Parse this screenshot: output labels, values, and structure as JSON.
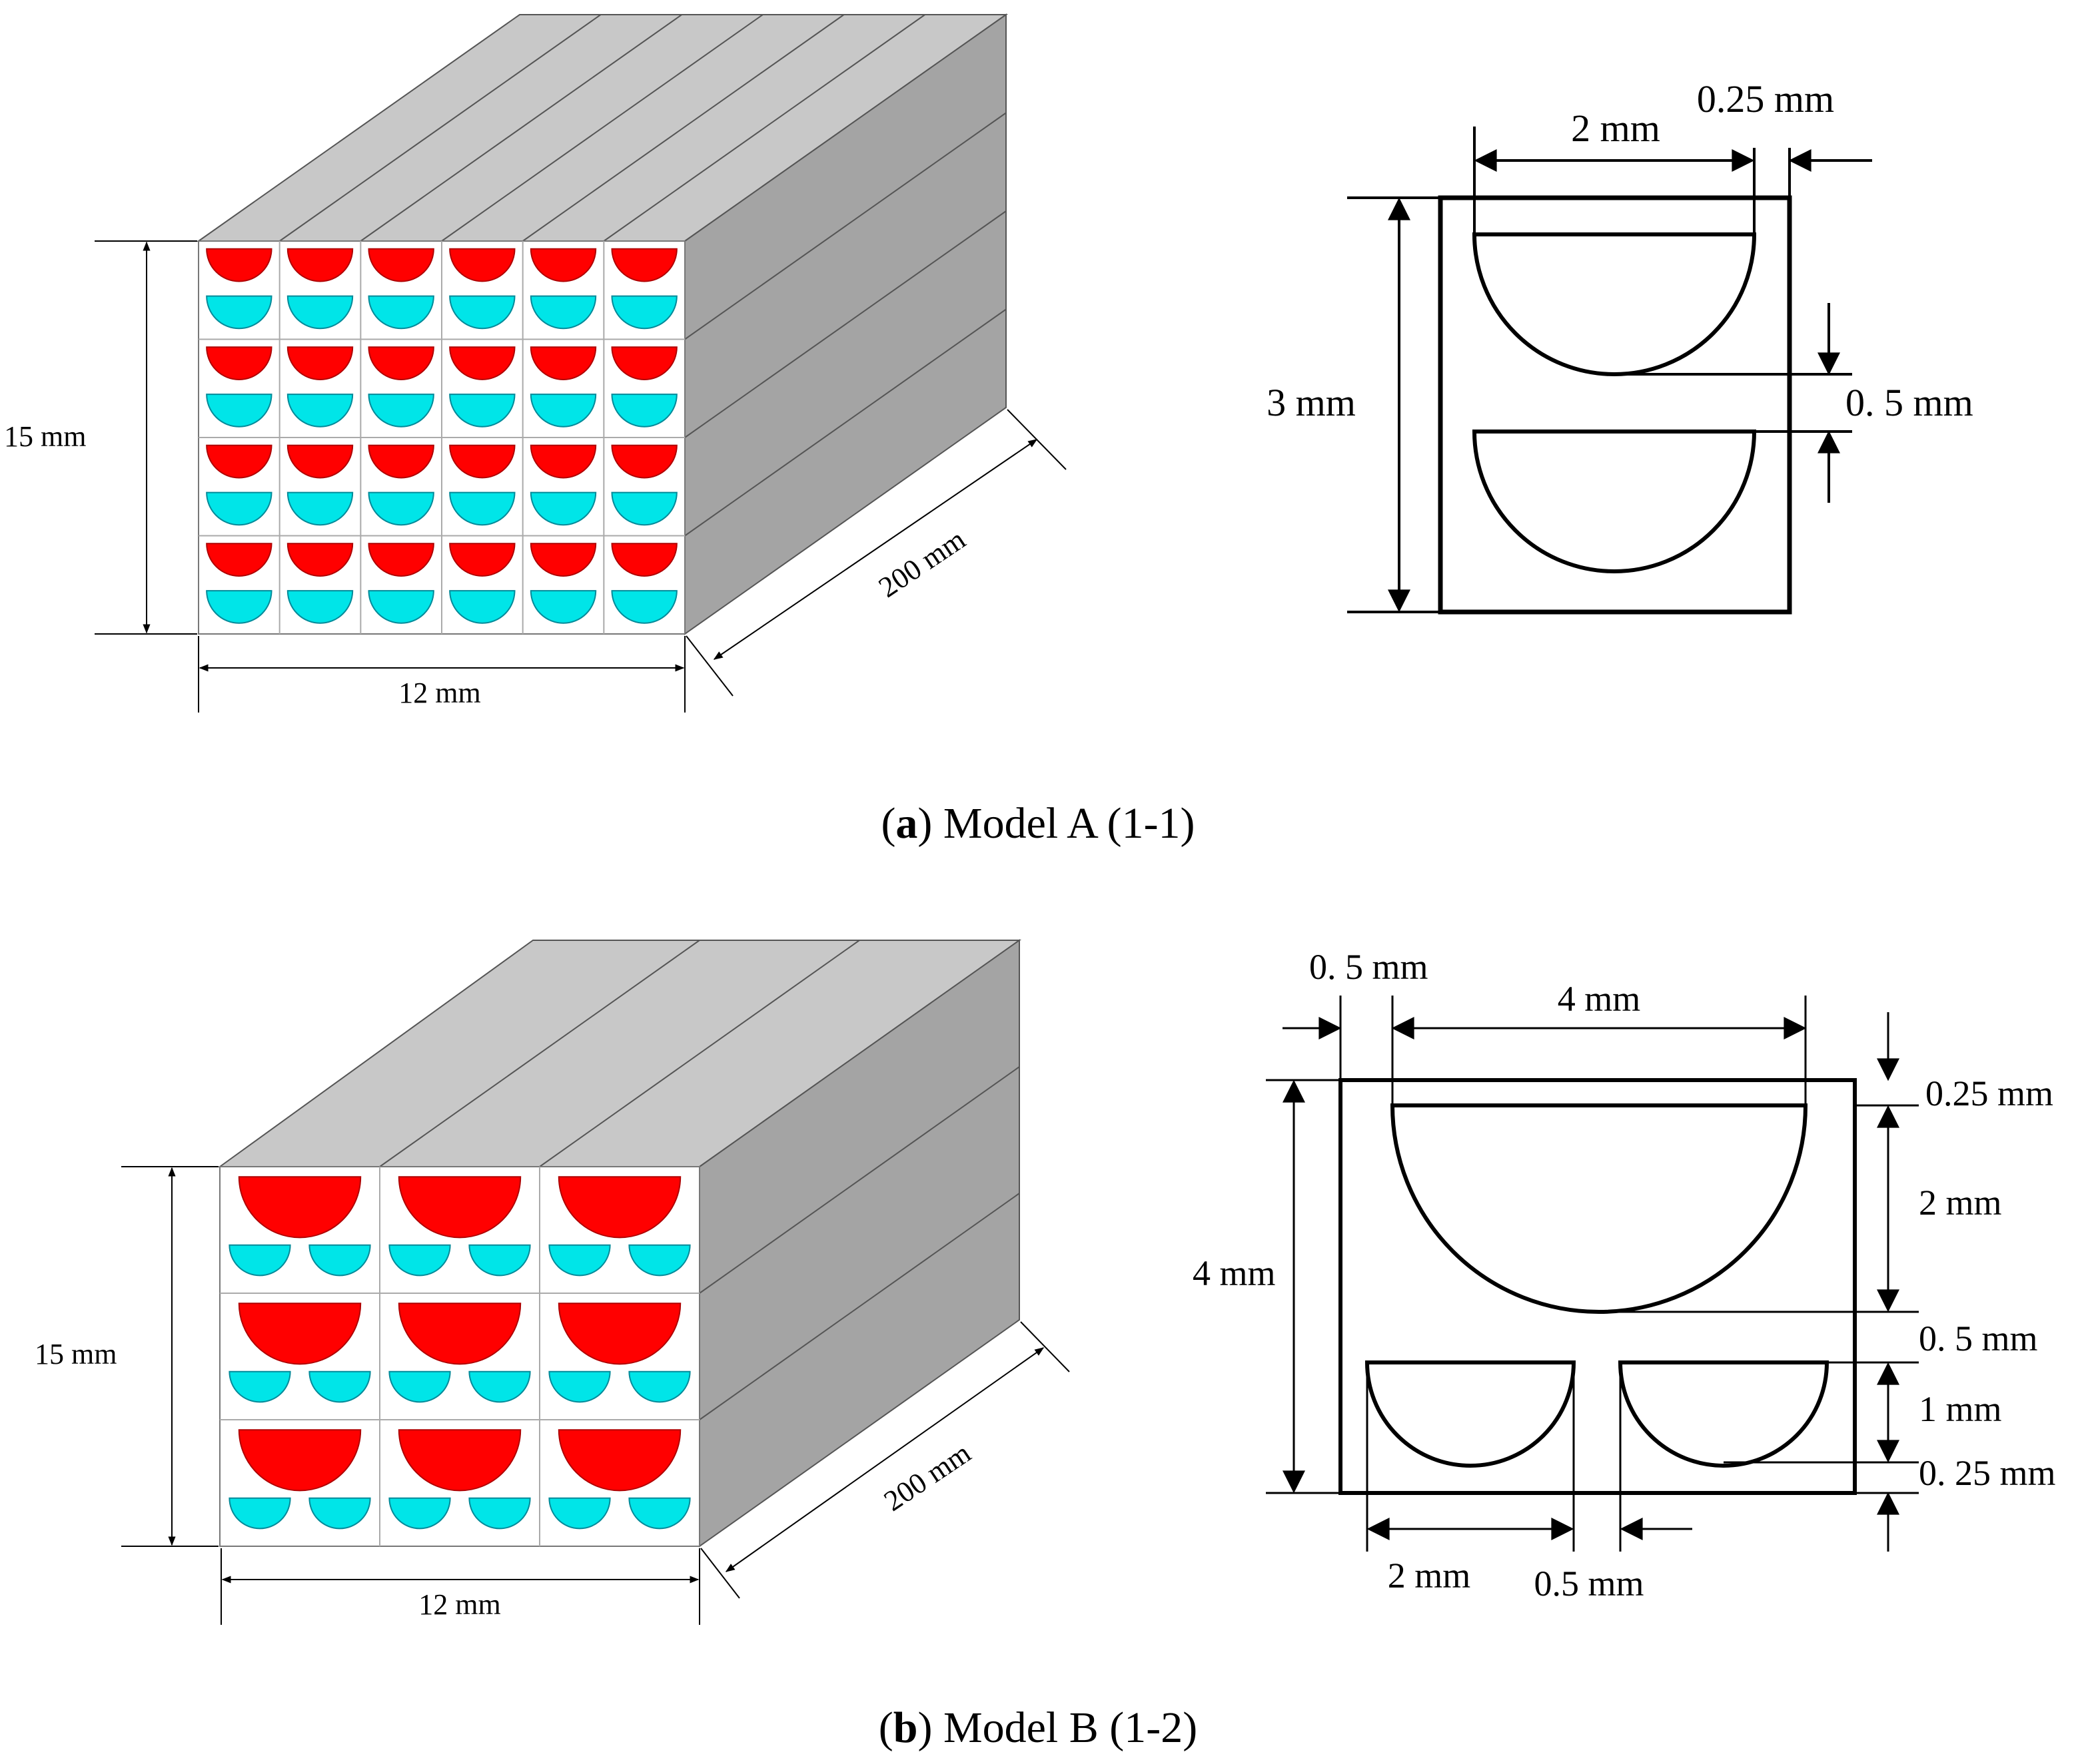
{
  "colors": {
    "hot_channel": "#ff0000",
    "cold_channel": "#00e5e8",
    "block_top": "#c8c8c8",
    "block_side": "#a4a4a4",
    "face": "#ffffff"
  },
  "panel_a": {
    "caption_letter": "a",
    "caption_text": " Model A (1-1)",
    "block": {
      "height_label": "15 mm",
      "width_label": "12 mm",
      "length_label": "200 mm",
      "rows": 4,
      "cols": 6,
      "hot_channels_per_cell": 1,
      "cold_channels_per_cell": 1
    },
    "detail": {
      "dim_channel_width": "2 mm",
      "dim_wall": "0.25 mm",
      "dim_cell_height": "3 mm",
      "dim_gap": "0. 5 mm"
    }
  },
  "panel_b": {
    "caption_letter": "b",
    "caption_text": " Model B (1-2)",
    "block": {
      "height_label": "15 mm",
      "width_label": "12 mm",
      "length_label": "200 mm",
      "rows": 3,
      "cols": 3,
      "hot_channels_per_cell": 1,
      "cold_channels_per_cell": 2
    },
    "detail": {
      "dim_left_offset": "0. 5 mm",
      "dim_hot_width": "4 mm",
      "dim_top_wall": "0.25 mm",
      "dim_hot_depth": "2 mm",
      "dim_cell_height": "4 mm",
      "dim_gap": "0. 5 mm",
      "dim_cold_depth": "1 mm",
      "dim_bottom_wall": "0. 25 mm",
      "dim_cold_width": "2 mm",
      "dim_cold_gap": "0.5 mm"
    }
  }
}
